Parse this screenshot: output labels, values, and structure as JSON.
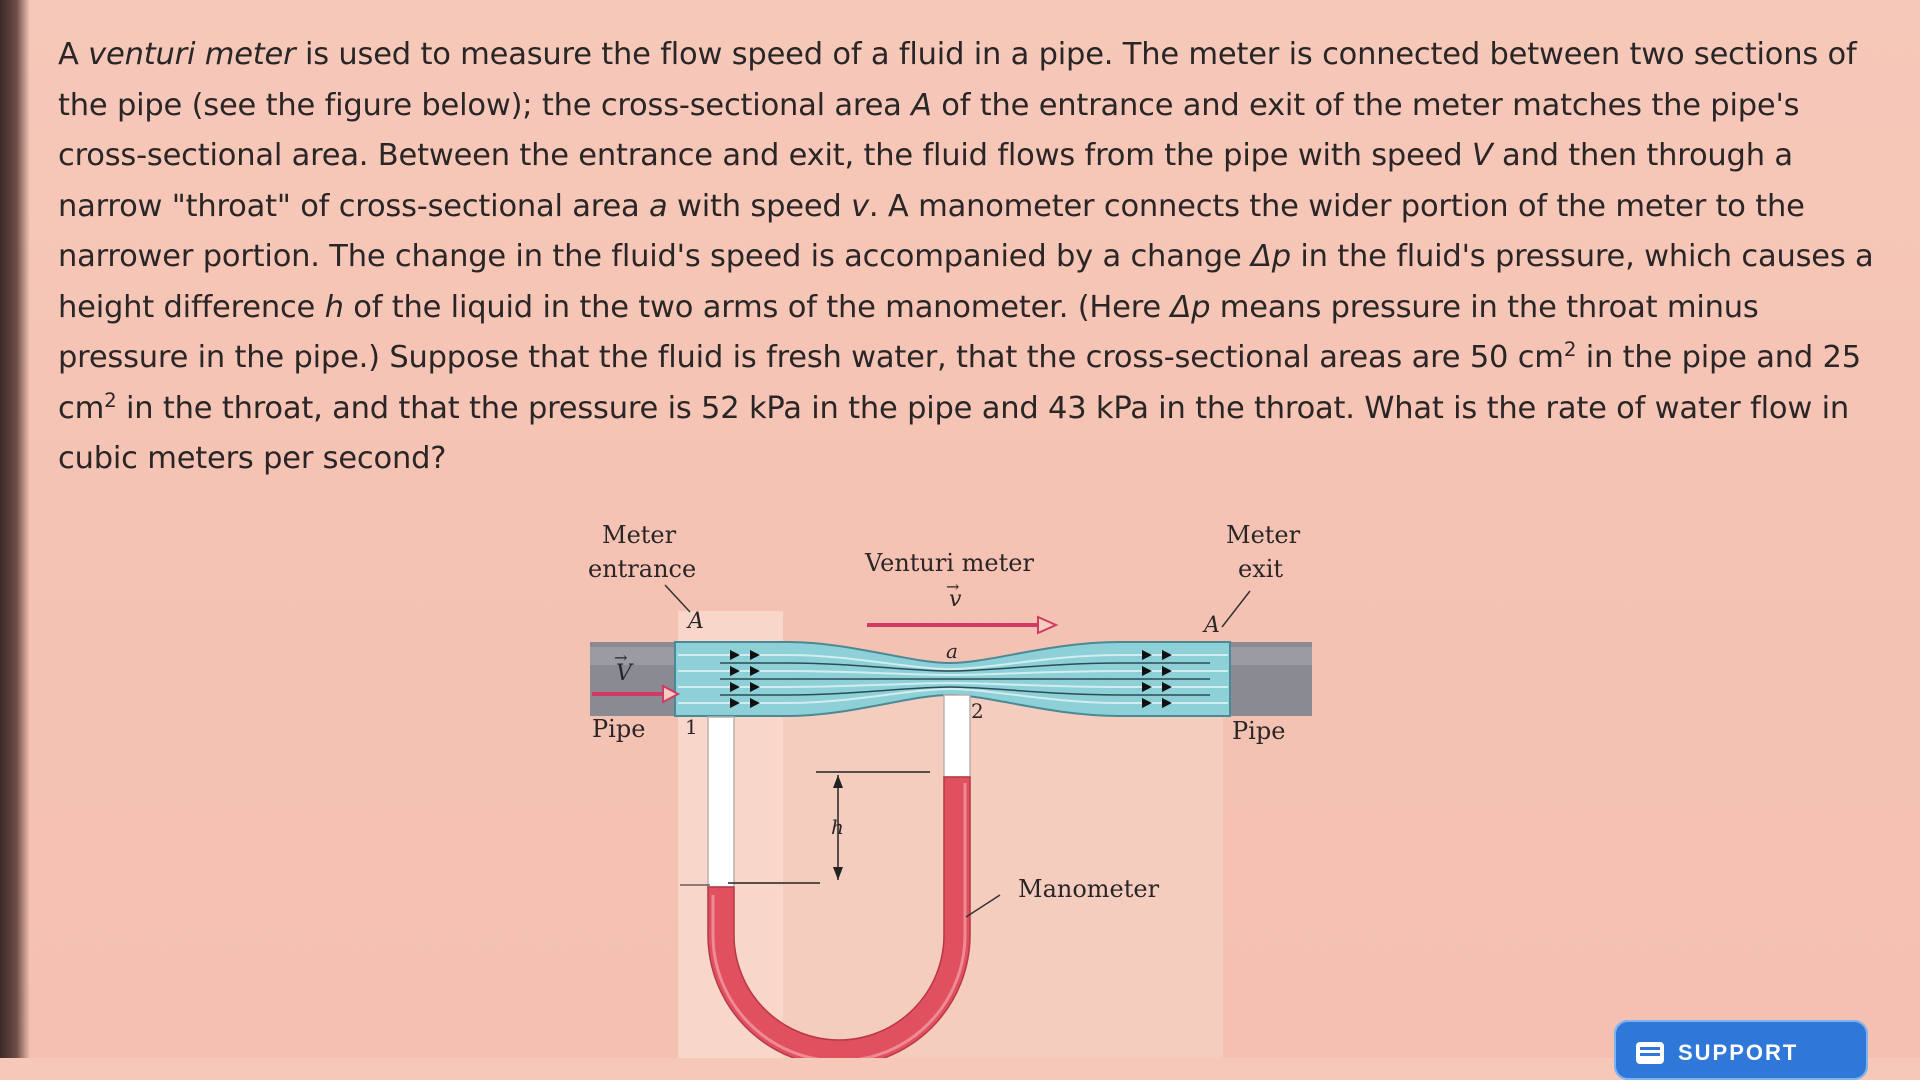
{
  "problem": {
    "lines": [
      [
        "A ",
        {
          "i": "venturi meter"
        },
        " is used to measure the flow speed of a fluid in a pipe. The meter is connected between two sections of"
      ],
      [
        "the pipe (see the figure below); the cross-sectional area ",
        {
          "i": "A"
        },
        " of the entrance and exit of the meter matches the pipe's"
      ],
      [
        "cross-sectional area. Between the entrance and exit, the fluid flows from the pipe with speed ",
        {
          "i": "V"
        },
        " and then through a"
      ],
      [
        "narrow \"throat\" of cross-sectional area ",
        {
          "i": "a"
        },
        " with speed ",
        {
          "i": "v"
        },
        ". A manometer connects the wider portion of the meter to the"
      ],
      [
        "narrower portion. The change in the fluid's speed is accompanied by a change ",
        {
          "i": "Δp"
        },
        " in the fluid's pressure, which causes a"
      ],
      [
        "height difference ",
        {
          "i": "h"
        },
        " of the liquid in the two arms of the manometer. (Here ",
        {
          "i": "Δp"
        },
        " means pressure in the throat minus"
      ],
      [
        "pressure in the pipe.) Suppose that the fluid is fresh water, that the cross-sectional areas are 50 cm",
        {
          "sup": "2"
        },
        " in the pipe and 25"
      ],
      [
        "cm",
        {
          "sup": "2"
        },
        " in the throat, and that the pressure is 52 kPa in the pipe and 43 kPa in the throat. What is the rate of water flow in"
      ],
      [
        "cubic meters per second?"
      ]
    ]
  },
  "figure": {
    "labels": {
      "meter_entrance_1": "Meter",
      "meter_entrance_2": "entrance",
      "venturi_meter": "Venturi meter",
      "meter_exit_1": "Meter",
      "meter_exit_2": "exit",
      "area_left": "A",
      "area_right": "A",
      "throat_area": "a",
      "pipe_left": "Pipe",
      "pipe_right": "Pipe",
      "point_1": "1",
      "point_2": "2",
      "height": "h",
      "manometer": "Manometer",
      "speed_V": "V",
      "speed_v": "v"
    },
    "colors": {
      "fluid": "#8ed0d8",
      "pipe": "#8a8a93",
      "manometer_liquid": "#e0505f",
      "panel": "#f8d6c9",
      "arrow": "#d23a63"
    }
  },
  "support_button": {
    "label": "SUPPORT",
    "icon": "chat-icon"
  }
}
